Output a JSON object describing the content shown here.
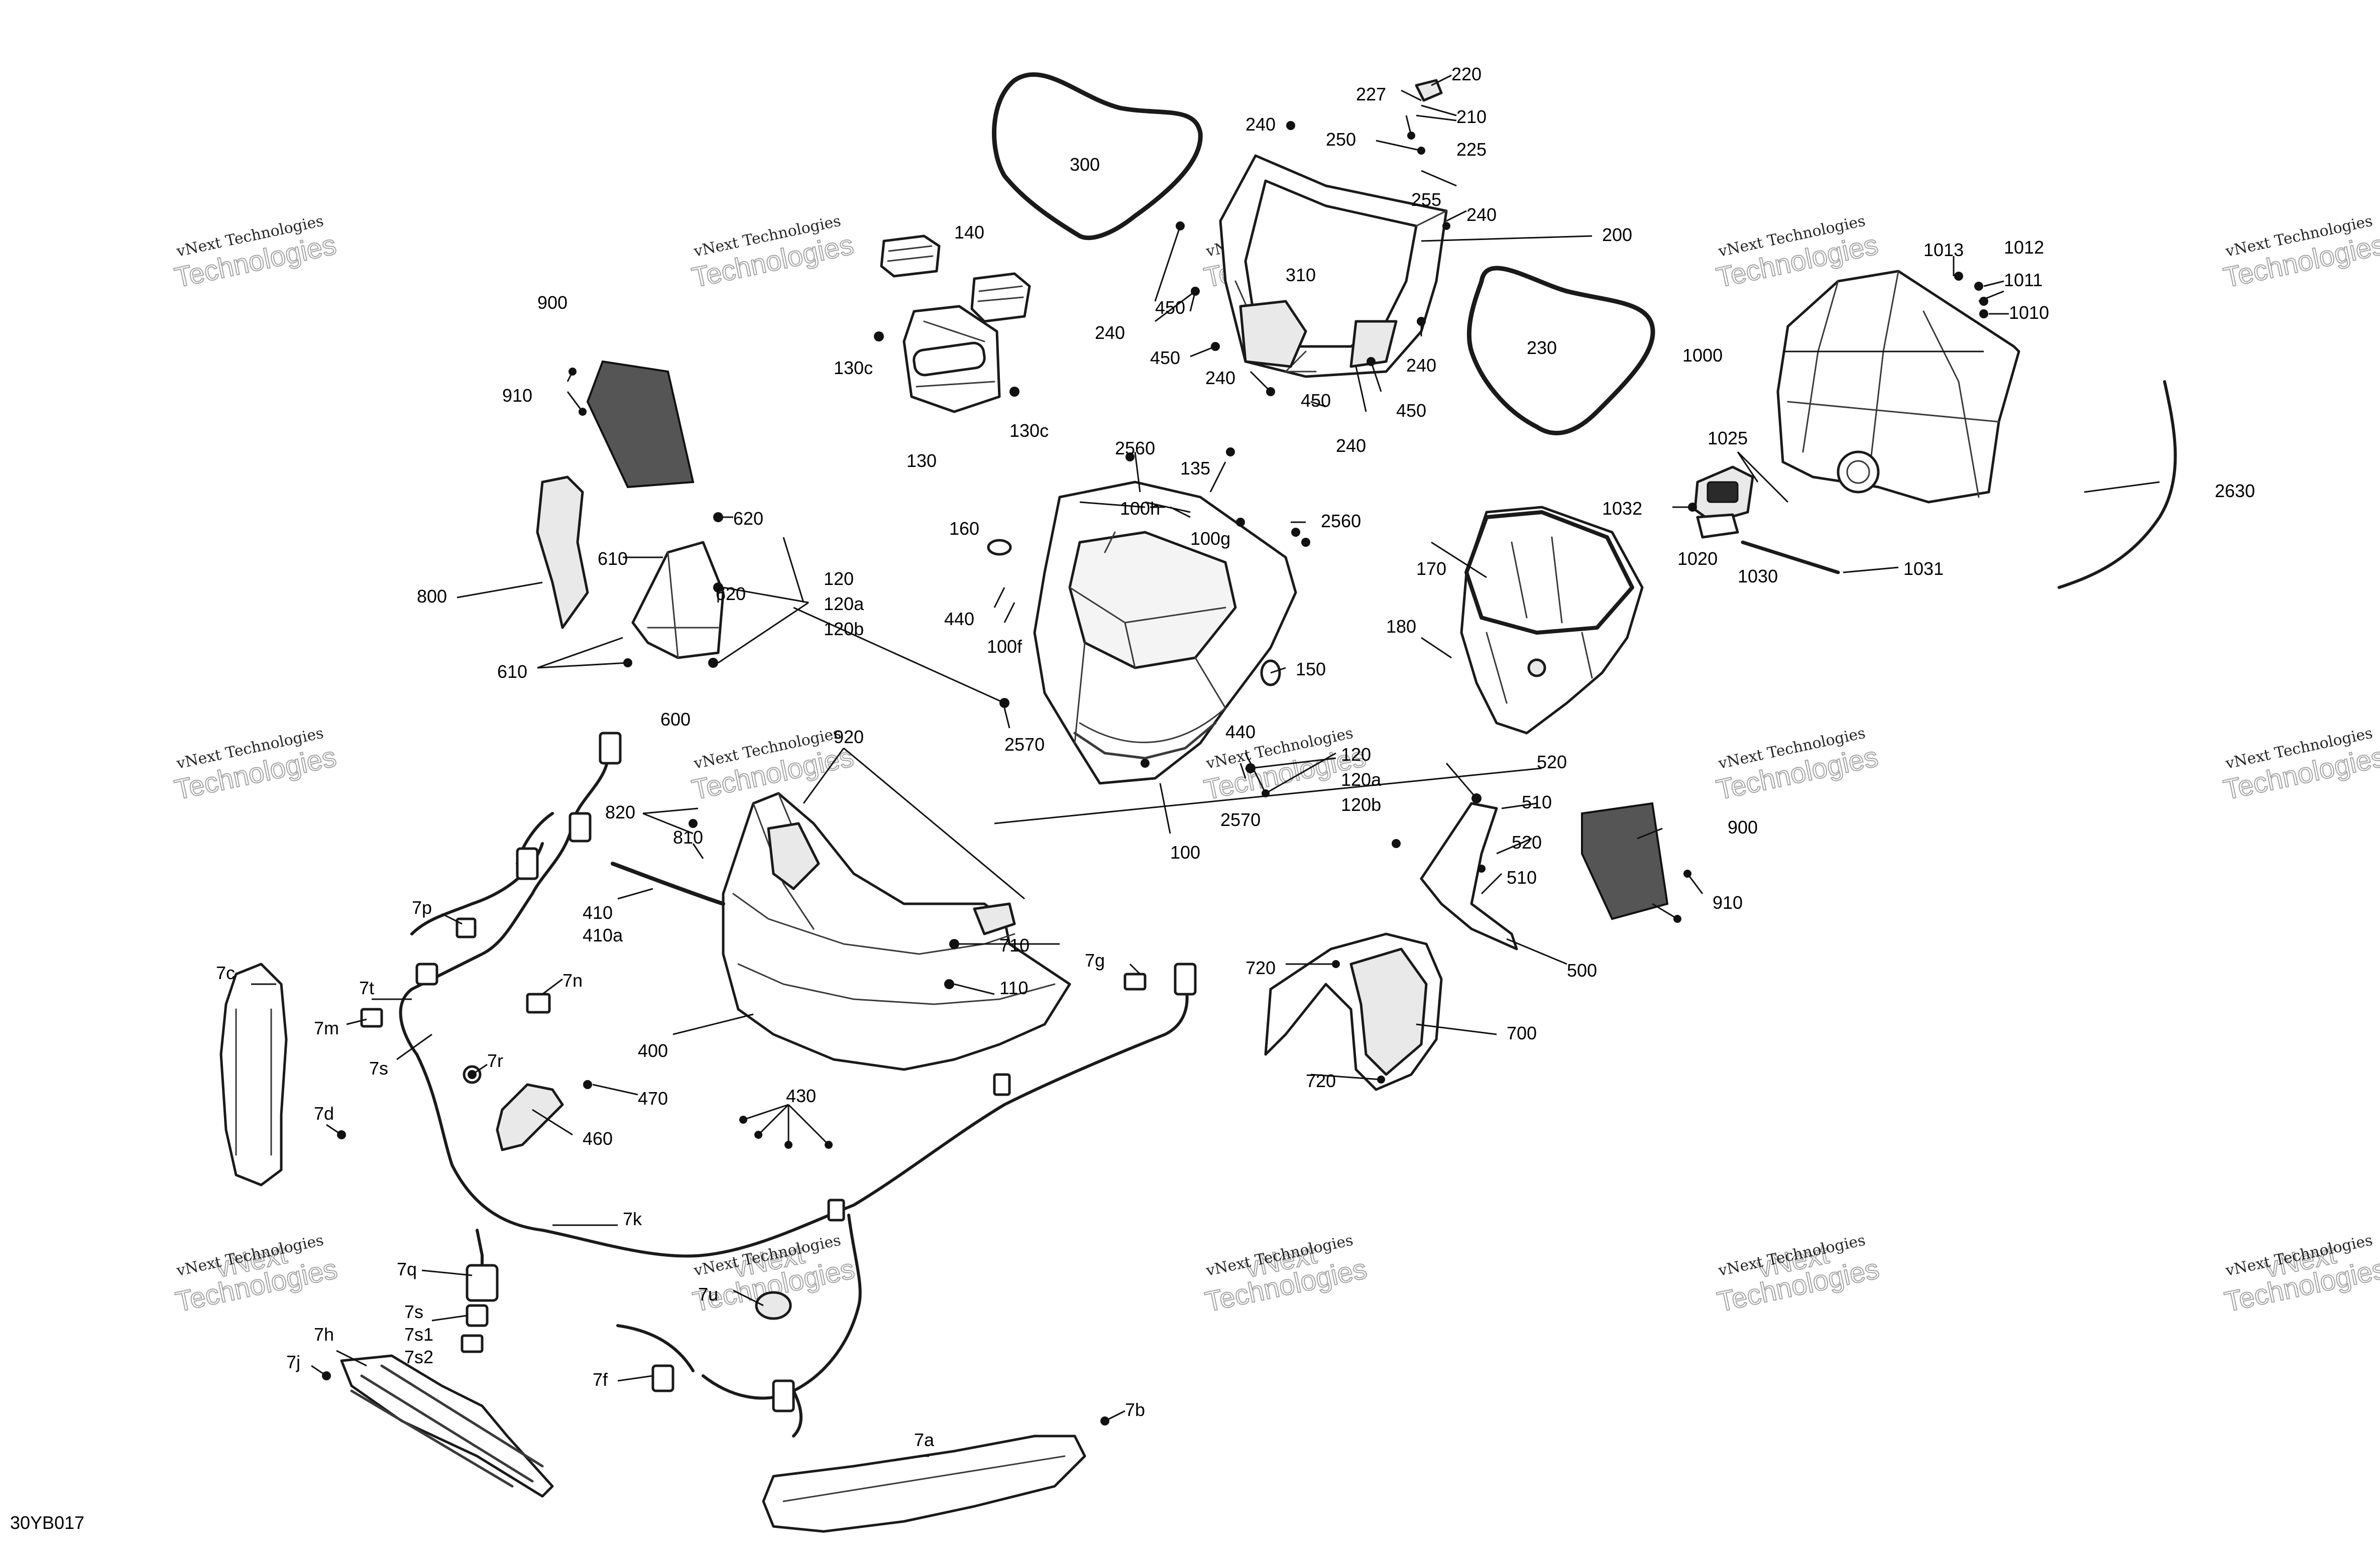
{
  "diagram_code": "30YB017",
  "watermark": {
    "line1": "vNext Technologies",
    "line2": "Technologies",
    "line2_overprint": "vNext"
  },
  "callouts": [
    "220",
    "227",
    "210",
    "225",
    "250",
    "255",
    "240",
    "300",
    "240",
    "200",
    "140",
    "310",
    "130c",
    "450",
    "240",
    "450",
    "230",
    "130",
    "130c",
    "240",
    "450",
    "240",
    "450",
    "240",
    "1013",
    "1012",
    "1011",
    "1010",
    "1000",
    "900",
    "910",
    "2630",
    "1025",
    "2560",
    "135",
    "1032",
    "1020",
    "1030",
    "1031",
    "100h",
    "100g",
    "2560",
    "620",
    "160",
    "610",
    "170",
    "620",
    "800",
    "120",
    "120a",
    "120b",
    "440",
    "100f",
    "180",
    "610",
    "150",
    "600",
    "2570",
    "440",
    "120",
    "120a",
    "120b",
    "2570",
    "920",
    "520",
    "510",
    "100",
    "820",
    "810",
    "520",
    "900",
    "510",
    "910",
    "410",
    "410a",
    "500",
    "7p",
    "710",
    "7g",
    "720",
    "7c",
    "7n",
    "7t",
    "110",
    "7m",
    "700",
    "400",
    "7s",
    "7r",
    "720",
    "470",
    "430",
    "460",
    "7d",
    "7k",
    "7q",
    "7u",
    "7s",
    "7s1",
    "7s2",
    "7f",
    "7h",
    "7j",
    "7b",
    "7a"
  ]
}
